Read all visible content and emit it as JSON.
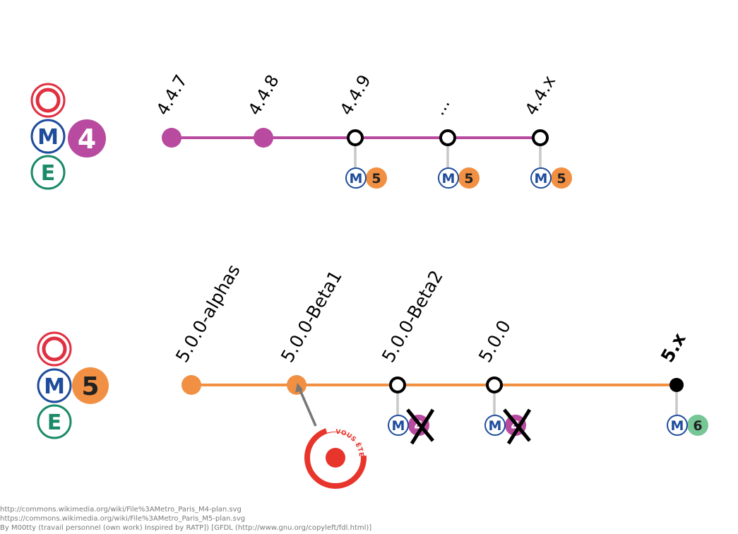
{
  "colors": {
    "line4": "#b84a9f",
    "line5": "#f19043",
    "metro_blue": "#1e4c9c",
    "rer_red": "#e03041",
    "tram_green": "#1b8a69",
    "line6": "#76c696",
    "station_open": "#000000",
    "you_are_here": "#e8352c",
    "connector": "#c8c8c8"
  },
  "mode_icons": [
    "rer-icon",
    "metro-icon",
    "tram-icon"
  ],
  "line4": {
    "number": "4",
    "stations": [
      {
        "label": "4.4.7",
        "style": "filled",
        "connection": null
      },
      {
        "label": "4.4.8",
        "style": "filled",
        "connection": null
      },
      {
        "label": "4.4.9",
        "style": "hollow",
        "connection": {
          "line": "5",
          "crossed": false
        }
      },
      {
        "label": "...",
        "style": "hollow",
        "connection": {
          "line": "5",
          "crossed": false
        }
      },
      {
        "label": "4.4.x",
        "style": "hollow",
        "connection": {
          "line": "5",
          "crossed": false
        }
      }
    ]
  },
  "line5": {
    "number": "5",
    "stations": [
      {
        "label": "5.0.0-alphas",
        "style": "filled",
        "connection": null
      },
      {
        "label": "5.0.0-Beta1",
        "style": "filled",
        "connection": null,
        "you_are_here": true
      },
      {
        "label": "5.0.0-Beta2",
        "style": "hollow",
        "connection": {
          "line": "4",
          "crossed": true
        }
      },
      {
        "label": "5.0.0",
        "style": "hollow",
        "connection": {
          "line": "4",
          "crossed": true
        }
      },
      {
        "label": "5.x",
        "style": "terminus",
        "bold": true,
        "connection": {
          "line": "6",
          "crossed": false
        }
      }
    ]
  },
  "metro_letter": "M",
  "tram_letter": "E",
  "you_are_here_text": "VOUS ÊTES ICI",
  "credits": [
    "http://commons.wikimedia.org/wiki/File%3AMetro_Paris_M4-plan.svg",
    "https://commons.wikimedia.org/wiki/File%3AMetro_Paris_M5-plan.svg",
    "By M00tty (travail personnel (own work) Inspired by RATP]) [GFDL (http://www.gnu.org/copyleft/fdl.html)]"
  ]
}
